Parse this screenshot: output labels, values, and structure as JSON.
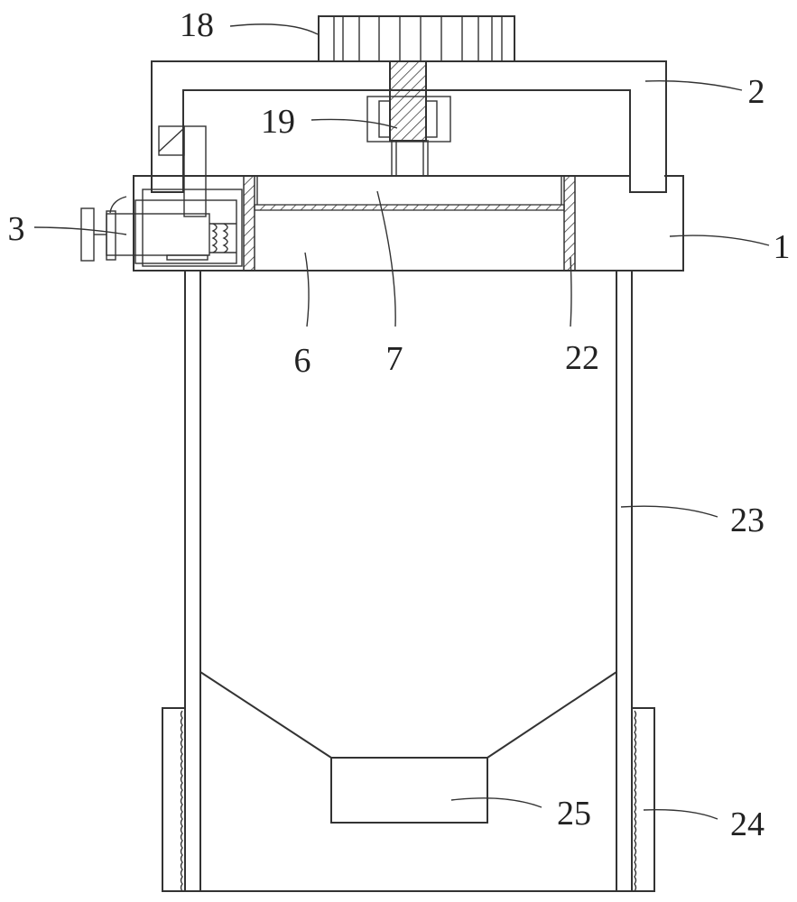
{
  "figure": {
    "labels": {
      "l18": "18",
      "l2": "2",
      "l19": "19",
      "l3": "3",
      "l1": "1",
      "l6": "6",
      "l7": "7",
      "l22": "22",
      "l23": "23",
      "l25": "25",
      "l24": "24"
    },
    "colors": {
      "line": "#333333",
      "background": "#ffffff"
    }
  }
}
